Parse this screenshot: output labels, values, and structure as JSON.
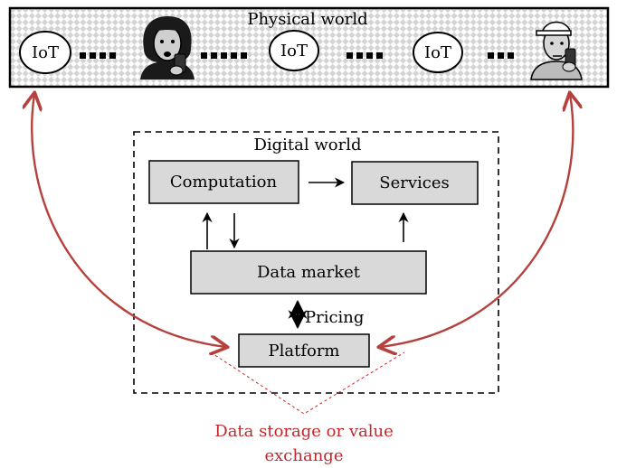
{
  "physical_world": {
    "title": "Physical world",
    "nodes": [
      {
        "kind": "iot",
        "label": "IoT"
      },
      {
        "kind": "person",
        "label": ""
      },
      {
        "kind": "iot",
        "label": "IoT"
      },
      {
        "kind": "iot",
        "label": "IoT"
      },
      {
        "kind": "person",
        "label": ""
      }
    ]
  },
  "digital_world": {
    "title": "Digital world",
    "boxes": {
      "computation": "Computation",
      "services": "Services",
      "data_market": "Data market",
      "platform": "Platform"
    },
    "pricing_label": "Pricing"
  },
  "annotation": {
    "line1": "Data storage or value",
    "line2": "exchange"
  },
  "colors": {
    "arc": "#b5403c",
    "annotation": "#c0282d",
    "box_fill": "#d9d9d9",
    "checker_light": "#ffffff",
    "checker_dark": "#d4d4d4"
  }
}
